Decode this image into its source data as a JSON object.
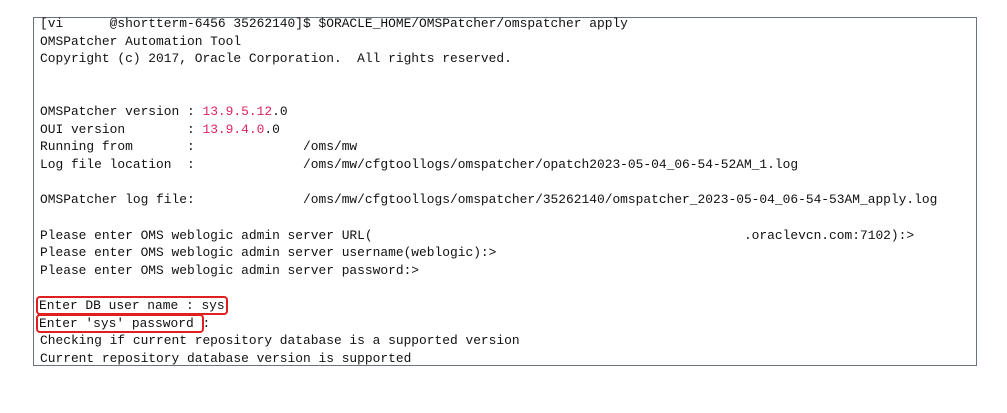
{
  "terminal": {
    "prompt": "[vi      @shortterm-6456 35262140]$ $ORACLE_HOME/OMSPatcher/omspatcher apply",
    "tool_name": "OMSPatcher Automation Tool",
    "copyright": "Copyright (c) 2017, Oracle Corporation.  All rights reserved.",
    "omspatcher_version_label": "OMSPatcher version : ",
    "omspatcher_version_main": "13.9.5.12",
    "omspatcher_version_suffix": ".0",
    "oui_version_label": "OUI version        : ",
    "oui_version_main": "13.9.4.0",
    "oui_version_suffix": ".0",
    "running_from": "Running from       :              /oms/mw",
    "log_file_location": "Log file location  :              /oms/mw/cfgtoollogs/omspatcher/opatch2023-05-04_06-54-52AM_1.log",
    "omspatcher_log_file": "OMSPatcher log file:              /oms/mw/cfgtoollogs/omspatcher/35262140/omspatcher_2023-05-04_06-54-53AM_apply.log",
    "prompt_url": "Please enter OMS weblogic admin server URL(                                                .oraclevcn.com:7102):>",
    "prompt_username": "Please enter OMS weblogic admin server username(weblogic):>",
    "prompt_password": "Please enter OMS weblogic admin server password:>",
    "db_user": "Enter DB user name : sys",
    "sys_password": "Enter 'sys' password ",
    "sys_password_colon": ":",
    "checking": "Checking if current repository database is a supported version",
    "supported": "Current repository database version is supported"
  },
  "colors": {
    "version": "#e0245e",
    "highlight": "#e02020"
  }
}
